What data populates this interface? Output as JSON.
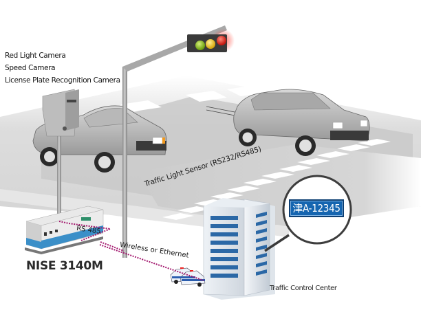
{
  "diagram": {
    "camera_types": [
      "Red Light Camera",
      "Speed Camera",
      "License Plate Recognition Camera"
    ],
    "connections": {
      "camera_link": "RS 485",
      "control_center_link": "Wireless or Ethernet",
      "sensor_link": "Traffic Light Sensor (RS232/RS485)"
    },
    "device_model": "NISE 3140M",
    "control_center_label": "Traffic Control Center",
    "license_plate": "津A-12345",
    "traffic_light": {
      "lights": [
        "green",
        "yellow",
        "red"
      ],
      "active": "red"
    },
    "colors": {
      "connection_line": "#a3186e",
      "plate_blue": "#1565b0",
      "building_window": "#2b68a6",
      "device_stripe": "#3b8fc8",
      "light_red": "#e0261d",
      "light_yellow": "#e8c21a",
      "light_green": "#8cc11f"
    }
  }
}
